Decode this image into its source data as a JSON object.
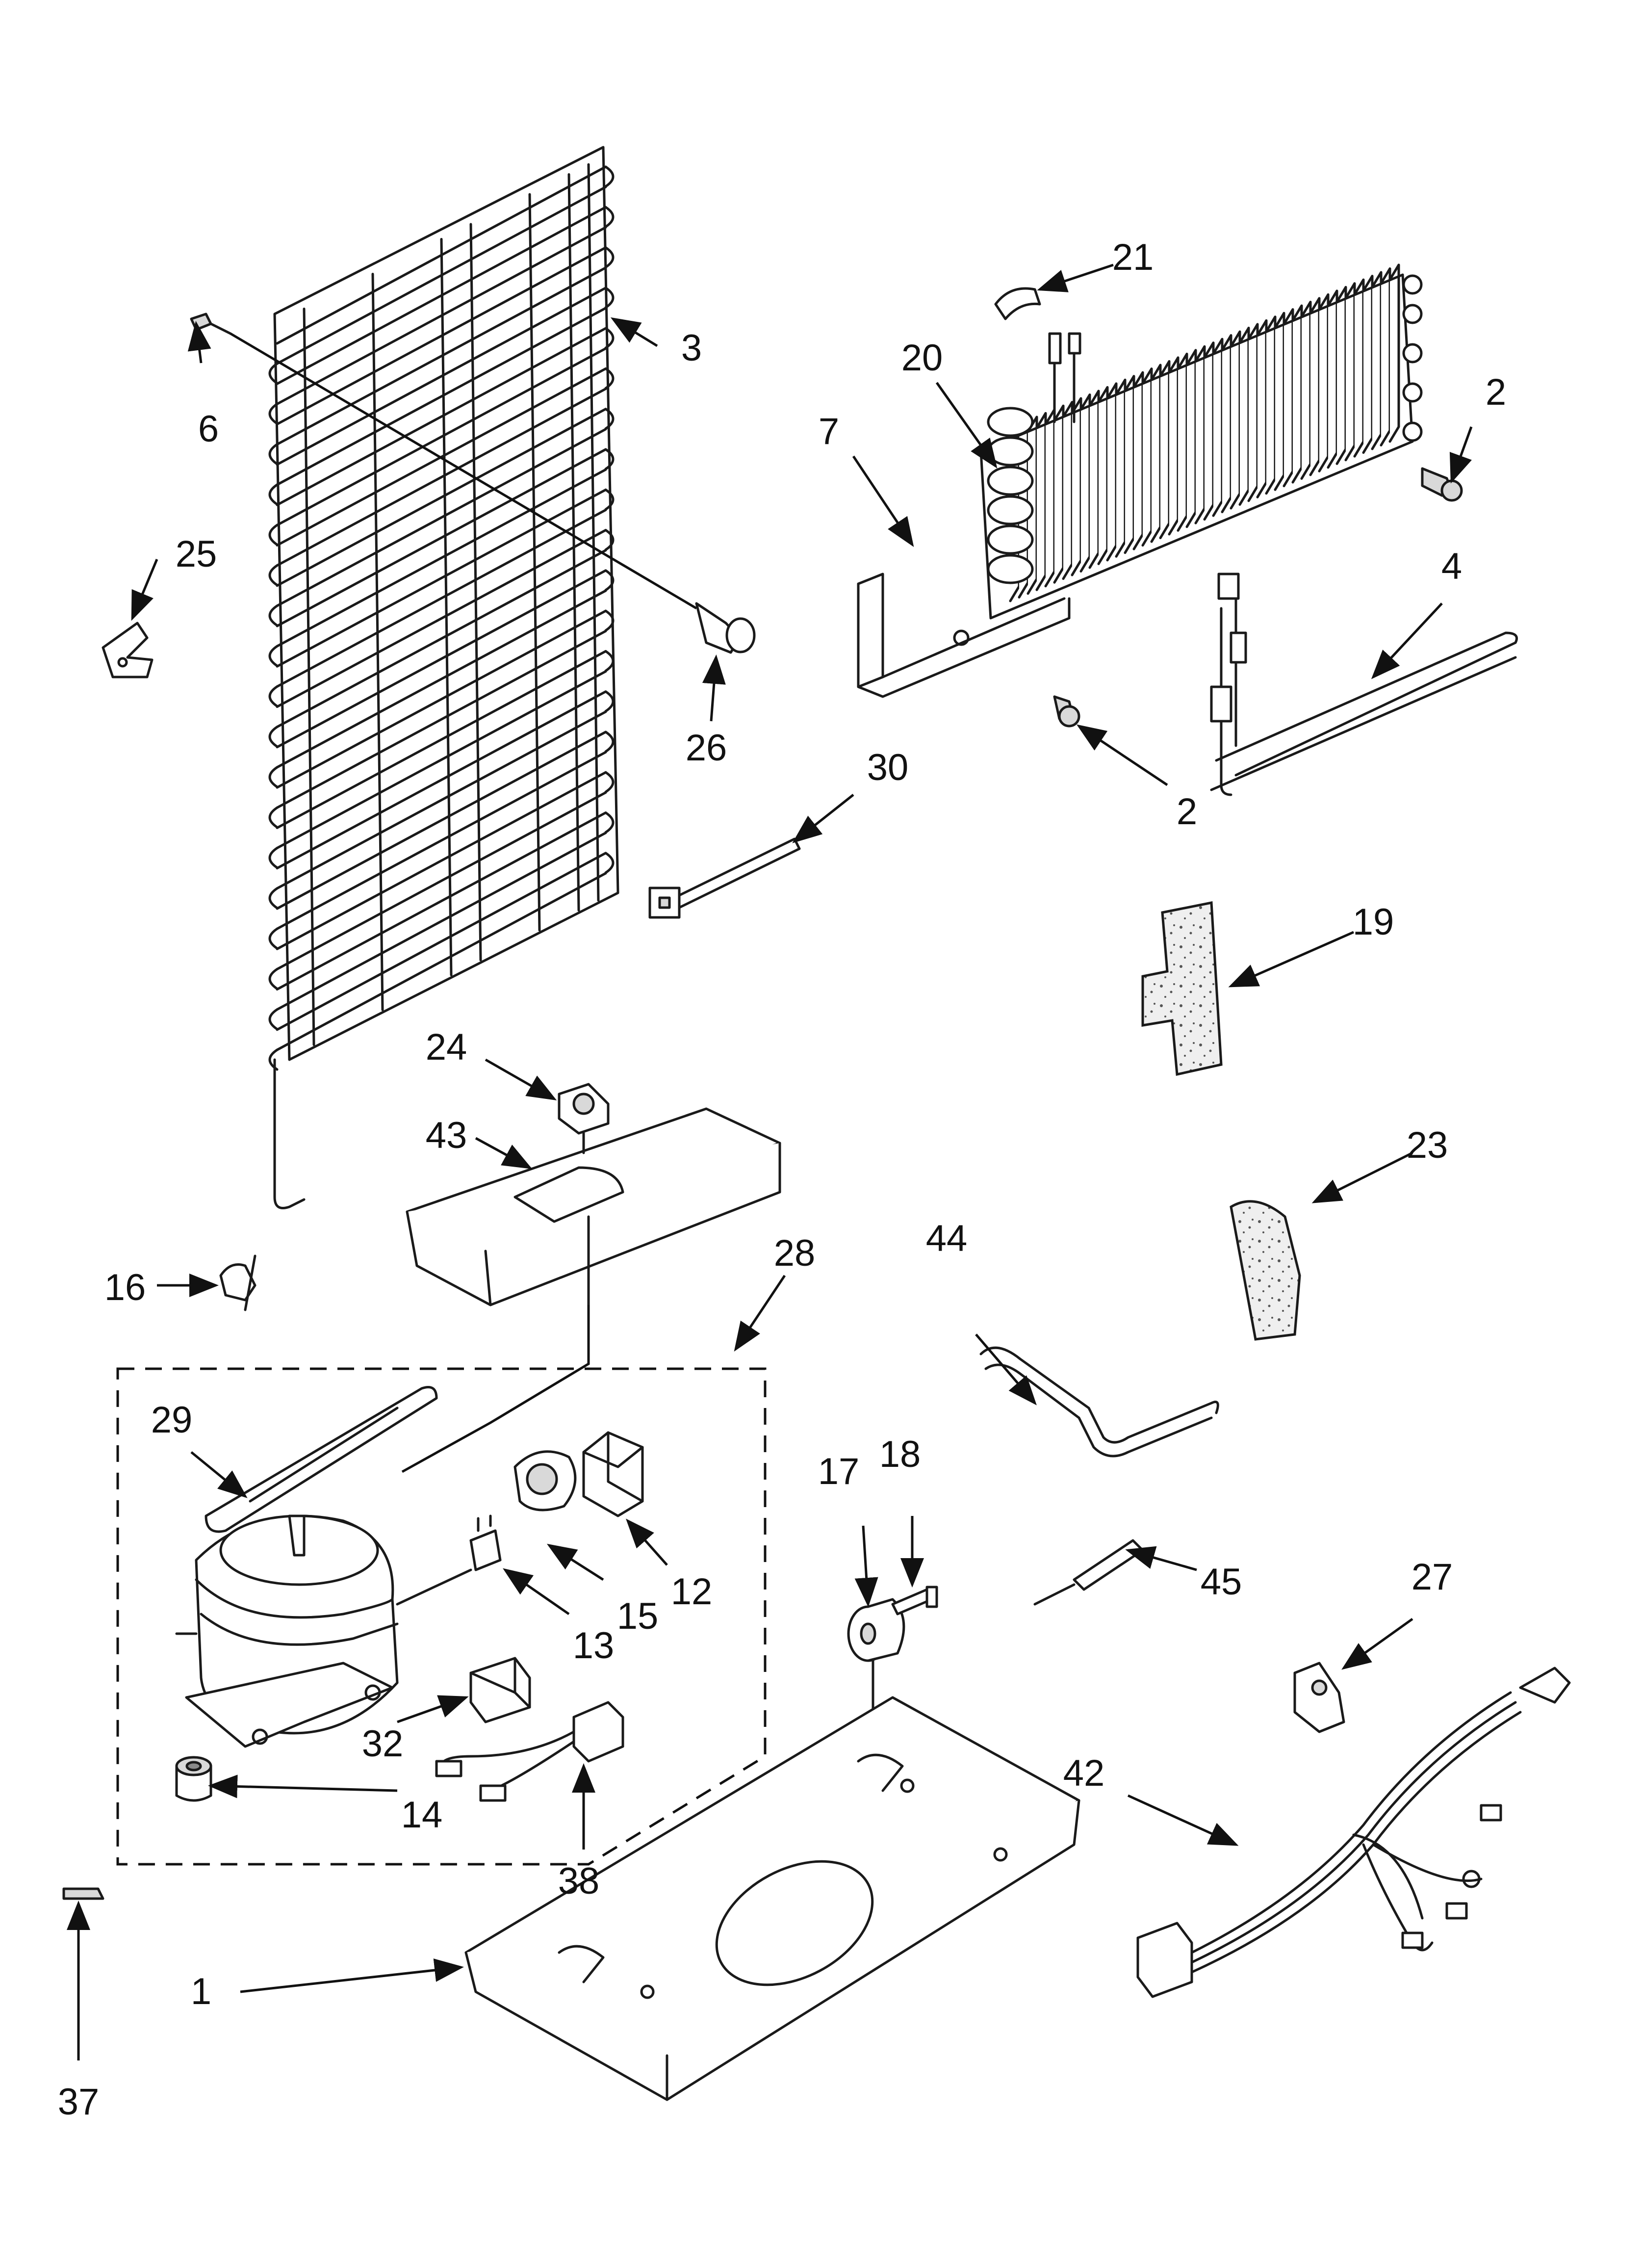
{
  "callouts": [
    {
      "id": "1",
      "text": "1"
    },
    {
      "id": "2a",
      "text": "2"
    },
    {
      "id": "2b",
      "text": "2"
    },
    {
      "id": "3",
      "text": "3"
    },
    {
      "id": "4",
      "text": "4"
    },
    {
      "id": "6",
      "text": "6"
    },
    {
      "id": "7",
      "text": "7"
    },
    {
      "id": "12",
      "text": "12"
    },
    {
      "id": "13",
      "text": "13"
    },
    {
      "id": "14",
      "text": "14"
    },
    {
      "id": "15",
      "text": "15"
    },
    {
      "id": "16",
      "text": "16"
    },
    {
      "id": "17",
      "text": "17"
    },
    {
      "id": "18",
      "text": "18"
    },
    {
      "id": "19",
      "text": "19"
    },
    {
      "id": "20",
      "text": "20"
    },
    {
      "id": "21",
      "text": "21"
    },
    {
      "id": "23",
      "text": "23"
    },
    {
      "id": "24",
      "text": "24"
    },
    {
      "id": "25",
      "text": "25"
    },
    {
      "id": "26",
      "text": "26"
    },
    {
      "id": "27",
      "text": "27"
    },
    {
      "id": "28",
      "text": "28"
    },
    {
      "id": "29",
      "text": "29"
    },
    {
      "id": "30",
      "text": "30"
    },
    {
      "id": "32",
      "text": "32"
    },
    {
      "id": "37",
      "text": "37"
    },
    {
      "id": "38",
      "text": "38"
    },
    {
      "id": "42",
      "text": "42"
    },
    {
      "id": "43",
      "text": "43"
    },
    {
      "id": "44",
      "text": "44"
    },
    {
      "id": "45",
      "text": "45"
    }
  ],
  "colors": {
    "line": "#1a1a1a",
    "background": "#ffffff",
    "foam": "#e8e8e8"
  },
  "icons": [
    "arrow-head-icon"
  ]
}
